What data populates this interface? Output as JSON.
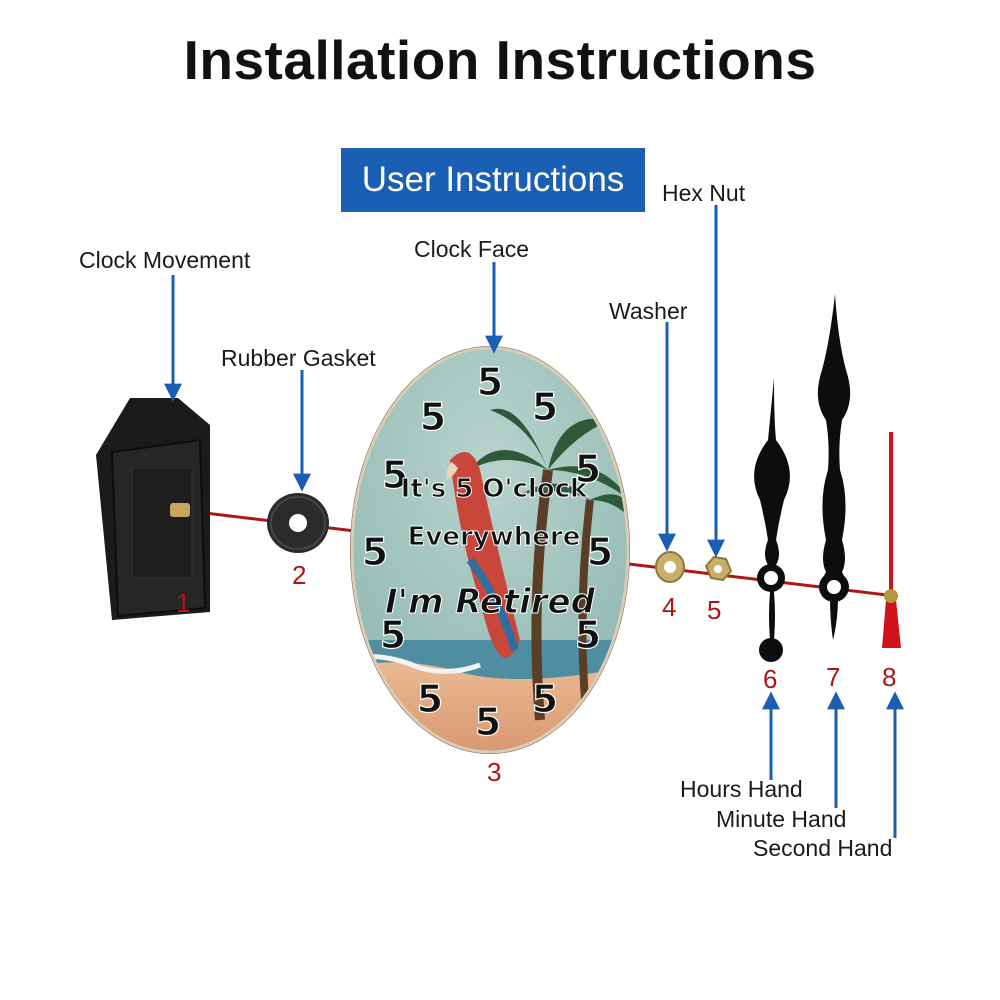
{
  "title": "Installation Instructions",
  "banner": "User Instructions",
  "labels": {
    "clock_movement": "Clock Movement",
    "rubber_gasket": "Rubber Gasket",
    "clock_face": "Clock Face",
    "washer": "Washer",
    "hex_nut": "Hex Nut",
    "hours_hand": "Hours Hand",
    "minute_hand": "Minute Hand",
    "second_hand": "Second Hand"
  },
  "numbers": {
    "n1": "1",
    "n2": "2",
    "n3": "3",
    "n4": "4",
    "n5": "5",
    "n6": "6",
    "n7": "7",
    "n8": "8"
  },
  "clock_face": {
    "line1": "It's 5 O'clock",
    "line2": "Everywhere",
    "line3": "I'm Retired",
    "numeral": "5"
  },
  "colors": {
    "arrow": "#1a5fb4",
    "axis_line": "#b01515",
    "number": "#b01515",
    "banner_bg": "#1a5fb4"
  }
}
